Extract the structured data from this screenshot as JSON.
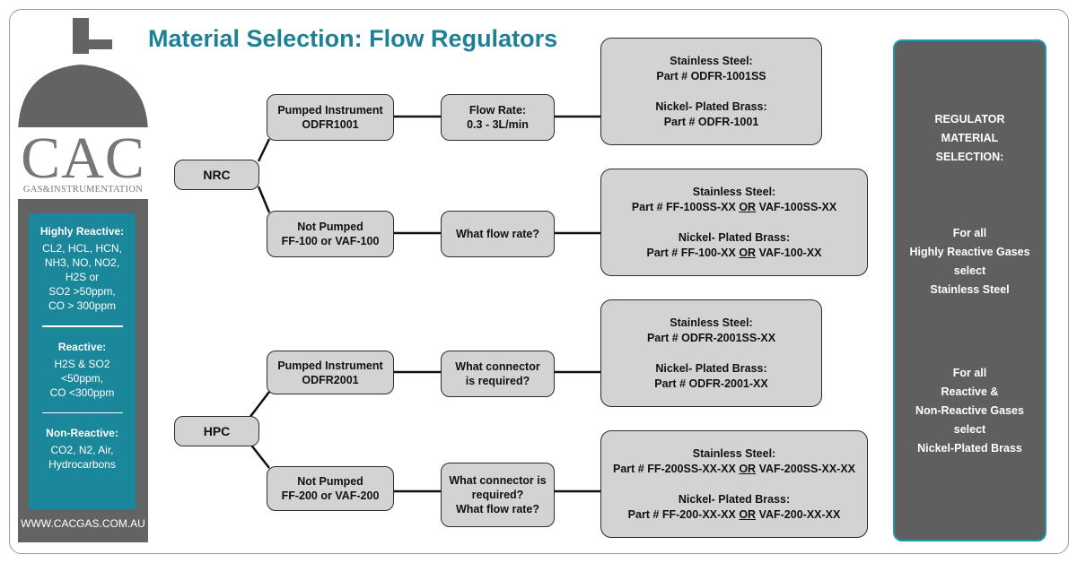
{
  "title": "Material Selection: Flow Regulators",
  "logo": {
    "main": "CAC",
    "sub": "GAS&INSTRUMENTATION"
  },
  "gas_groups": [
    {
      "header": "Highly Reactive:",
      "lines": [
        "CL2, HCL, HCN,",
        "NH3, NO, NO2,",
        "H2S or",
        "SO2 >50ppm,",
        "CO > 300ppm"
      ]
    },
    {
      "header": "Reactive:",
      "lines": [
        "H2S & SO2",
        "<50ppm,",
        "CO <300ppm"
      ]
    },
    {
      "header": "Non-Reactive:",
      "lines": [
        "CO2, N2, Air,",
        "Hydrocarbons"
      ]
    }
  ],
  "website": "WWW.CACGAS.COM.AU",
  "nodes": {
    "nrc": "NRC",
    "hpc": "HPC",
    "nrc_pumped": [
      "Pumped Instrument",
      "ODFR1001"
    ],
    "nrc_not_pumped": [
      "Not Pumped",
      "FF-100 or VAF-100"
    ],
    "hpc_pumped": [
      "Pumped Instrument",
      "ODFR2001"
    ],
    "hpc_not_pumped": [
      "Not Pumped",
      "FF-200 or VAF-200"
    ],
    "q1": [
      "Flow Rate:",
      "0.3 - 3L/min"
    ],
    "q2": [
      "What flow rate?"
    ],
    "q3": [
      "What connector",
      "is required?"
    ],
    "q4": [
      "What connector is",
      "required?",
      "What flow rate?"
    ]
  },
  "results": {
    "r1": {
      "ss_label": "Stainless Steel:",
      "ss_part": "Part # ODFR-1001SS",
      "nb_label": "Nickel- Plated Brass:",
      "nb_part": "Part # ODFR-1001"
    },
    "r2": {
      "ss_label": "Stainless Steel:",
      "ss_a": "Part # FF-100SS-XX",
      "or": "OR",
      "ss_b": "VAF-100SS-XX",
      "nb_label": "Nickel- Plated Brass:",
      "nb_a": "Part # FF-100-XX",
      "nb_b": "VAF-100-XX"
    },
    "r3": {
      "ss_label": "Stainless Steel:",
      "ss_part": "Part # ODFR-2001SS-XX",
      "nb_label": "Nickel- Plated Brass:",
      "nb_part": "Part # ODFR-2001-XX"
    },
    "r4": {
      "ss_label": "Stainless Steel:",
      "ss_a": "Part # FF-200SS-XX-XX",
      "or": "OR",
      "ss_b": "VAF-200SS-XX-XX",
      "nb_label": "Nickel- Plated Brass:",
      "nb_a": "Part # FF-200-XX-XX",
      "nb_b": "VAF-200-XX-XX"
    }
  },
  "side_panel": {
    "heading": [
      "REGULATOR",
      "MATERIAL",
      "SELECTION:"
    ],
    "rule1": [
      "For all",
      "Highly Reactive Gases",
      "select",
      "Stainless Steel"
    ],
    "rule2": [
      "For all",
      "Reactive &",
      "Non-Reactive Gases",
      "select",
      "Nickel-Plated Brass"
    ]
  },
  "colors": {
    "teal": "#1b879b",
    "cylinder": "#636363",
    "box_fill": "#d3d3d3",
    "title": "#1d8097"
  }
}
